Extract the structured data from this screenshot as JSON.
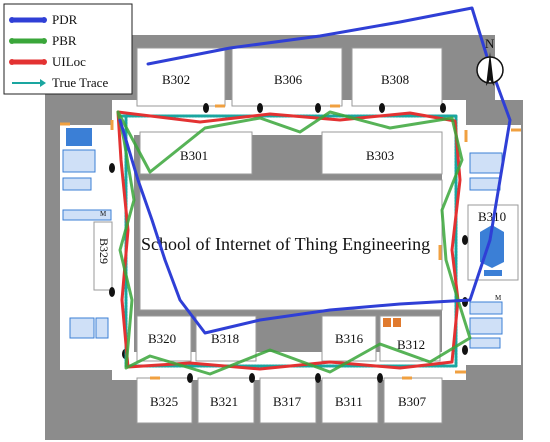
{
  "legend": {
    "items": [
      {
        "label": "PDR",
        "color": "#2f3fd6"
      },
      {
        "label": "PBR",
        "color": "#3aa63a"
      },
      {
        "label": "UILoc",
        "color": "#e33232"
      },
      {
        "label": "True Trace",
        "color": "#1aa6a0"
      }
    ]
  },
  "compass": {
    "label": "N"
  },
  "building": {
    "title": "School of Internet of Thing Engineering"
  },
  "rooms": {
    "b302": "B302",
    "b306": "B306",
    "b308": "B308",
    "b301": "B301",
    "b303": "B303",
    "b310": "B310",
    "b329": "B329",
    "b320": "B320",
    "b318": "B318",
    "b316": "B316",
    "b312": "B312",
    "b325": "B325",
    "b321": "B321",
    "b317": "B317",
    "b311": "B311",
    "b307": "B307"
  },
  "marker": {
    "small_label": "M"
  },
  "colors": {
    "wall": "#8c8c8c",
    "corridor": "#ffffff",
    "room": "#ffffff",
    "door": "#f0a040",
    "equipment": "#3b7fd6"
  }
}
